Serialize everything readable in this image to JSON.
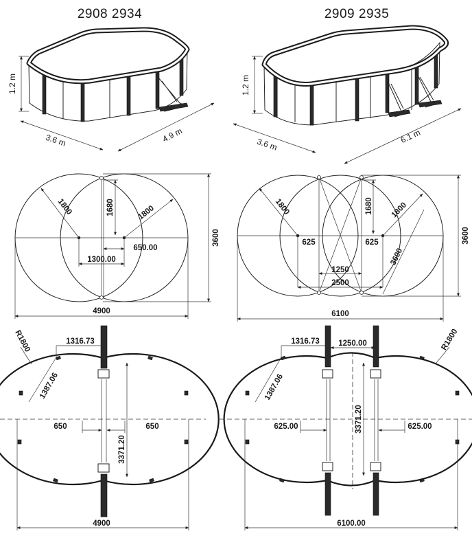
{
  "titles": {
    "left": "2908  2934",
    "right": "2909  2935"
  },
  "views_3d": {
    "left": {
      "height": "1.2 m",
      "width": "3.6 m",
      "length": "4.9 m"
    },
    "right": {
      "height": "1.2 m",
      "width": "3.6 m",
      "length": "6.1 m"
    }
  },
  "plan_left": {
    "radius_left": "1800",
    "radius_right": "1800",
    "half_height": "1680",
    "offset": "650.00",
    "centers": "1300.00",
    "total_height": "3600",
    "total_length": "4900"
  },
  "plan_right": {
    "radius_left": "1800",
    "radius_right": "1800",
    "half_height": "1680",
    "offset_left": "625",
    "offset_right": "625",
    "center_span": "1250",
    "inner_span": "2500",
    "diagonal": "3600",
    "total_height": "3600",
    "total_length": "6100"
  },
  "frame_left": {
    "radius": "R1800",
    "chord": "1316.73",
    "arc": "1387.06",
    "offset_left": "650",
    "offset_right": "650",
    "height": "3371.20",
    "length": "4900"
  },
  "frame_right": {
    "radius": "R1800",
    "chord": "1316.73",
    "center_span": "1250.00",
    "arc": "1387.06",
    "offset_left": "625.00",
    "offset_right": "625.00",
    "height": "3371.20",
    "length": "6100.00"
  }
}
